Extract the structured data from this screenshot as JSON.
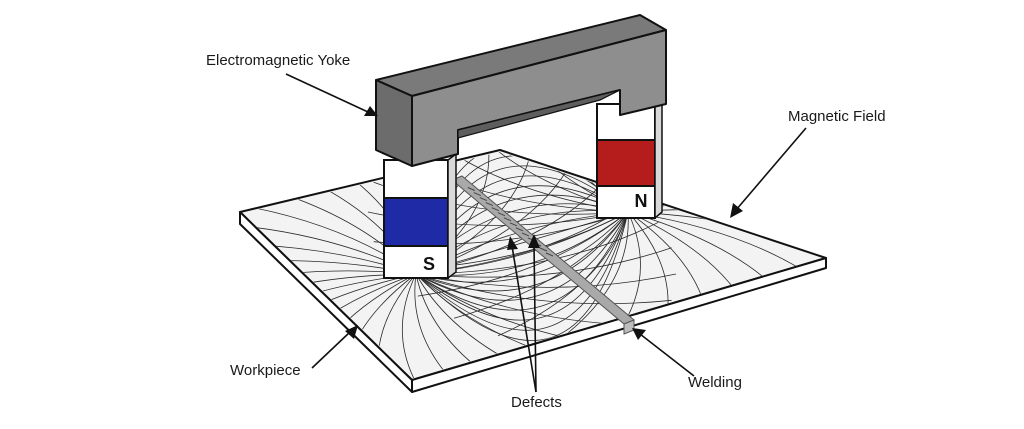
{
  "labels": {
    "yoke": "Electromagnetic Yoke",
    "field": "Magnetic Field",
    "workpiece": "Workpiece",
    "defects": "Defects",
    "welding": "Welding",
    "south_pole": "S",
    "north_pole": "N"
  },
  "colors": {
    "yoke_top": "#7a7a7a",
    "yoke_front": "#8e8e8e",
    "yoke_side": "#5e5e5e",
    "south_band": "#1f2aa6",
    "north_band": "#b51c1c",
    "plate_top": "#f2f2f2",
    "plate_edge": "#ffffff",
    "weld": "#a9a9a9",
    "field_lines": "#2a2a2a"
  }
}
